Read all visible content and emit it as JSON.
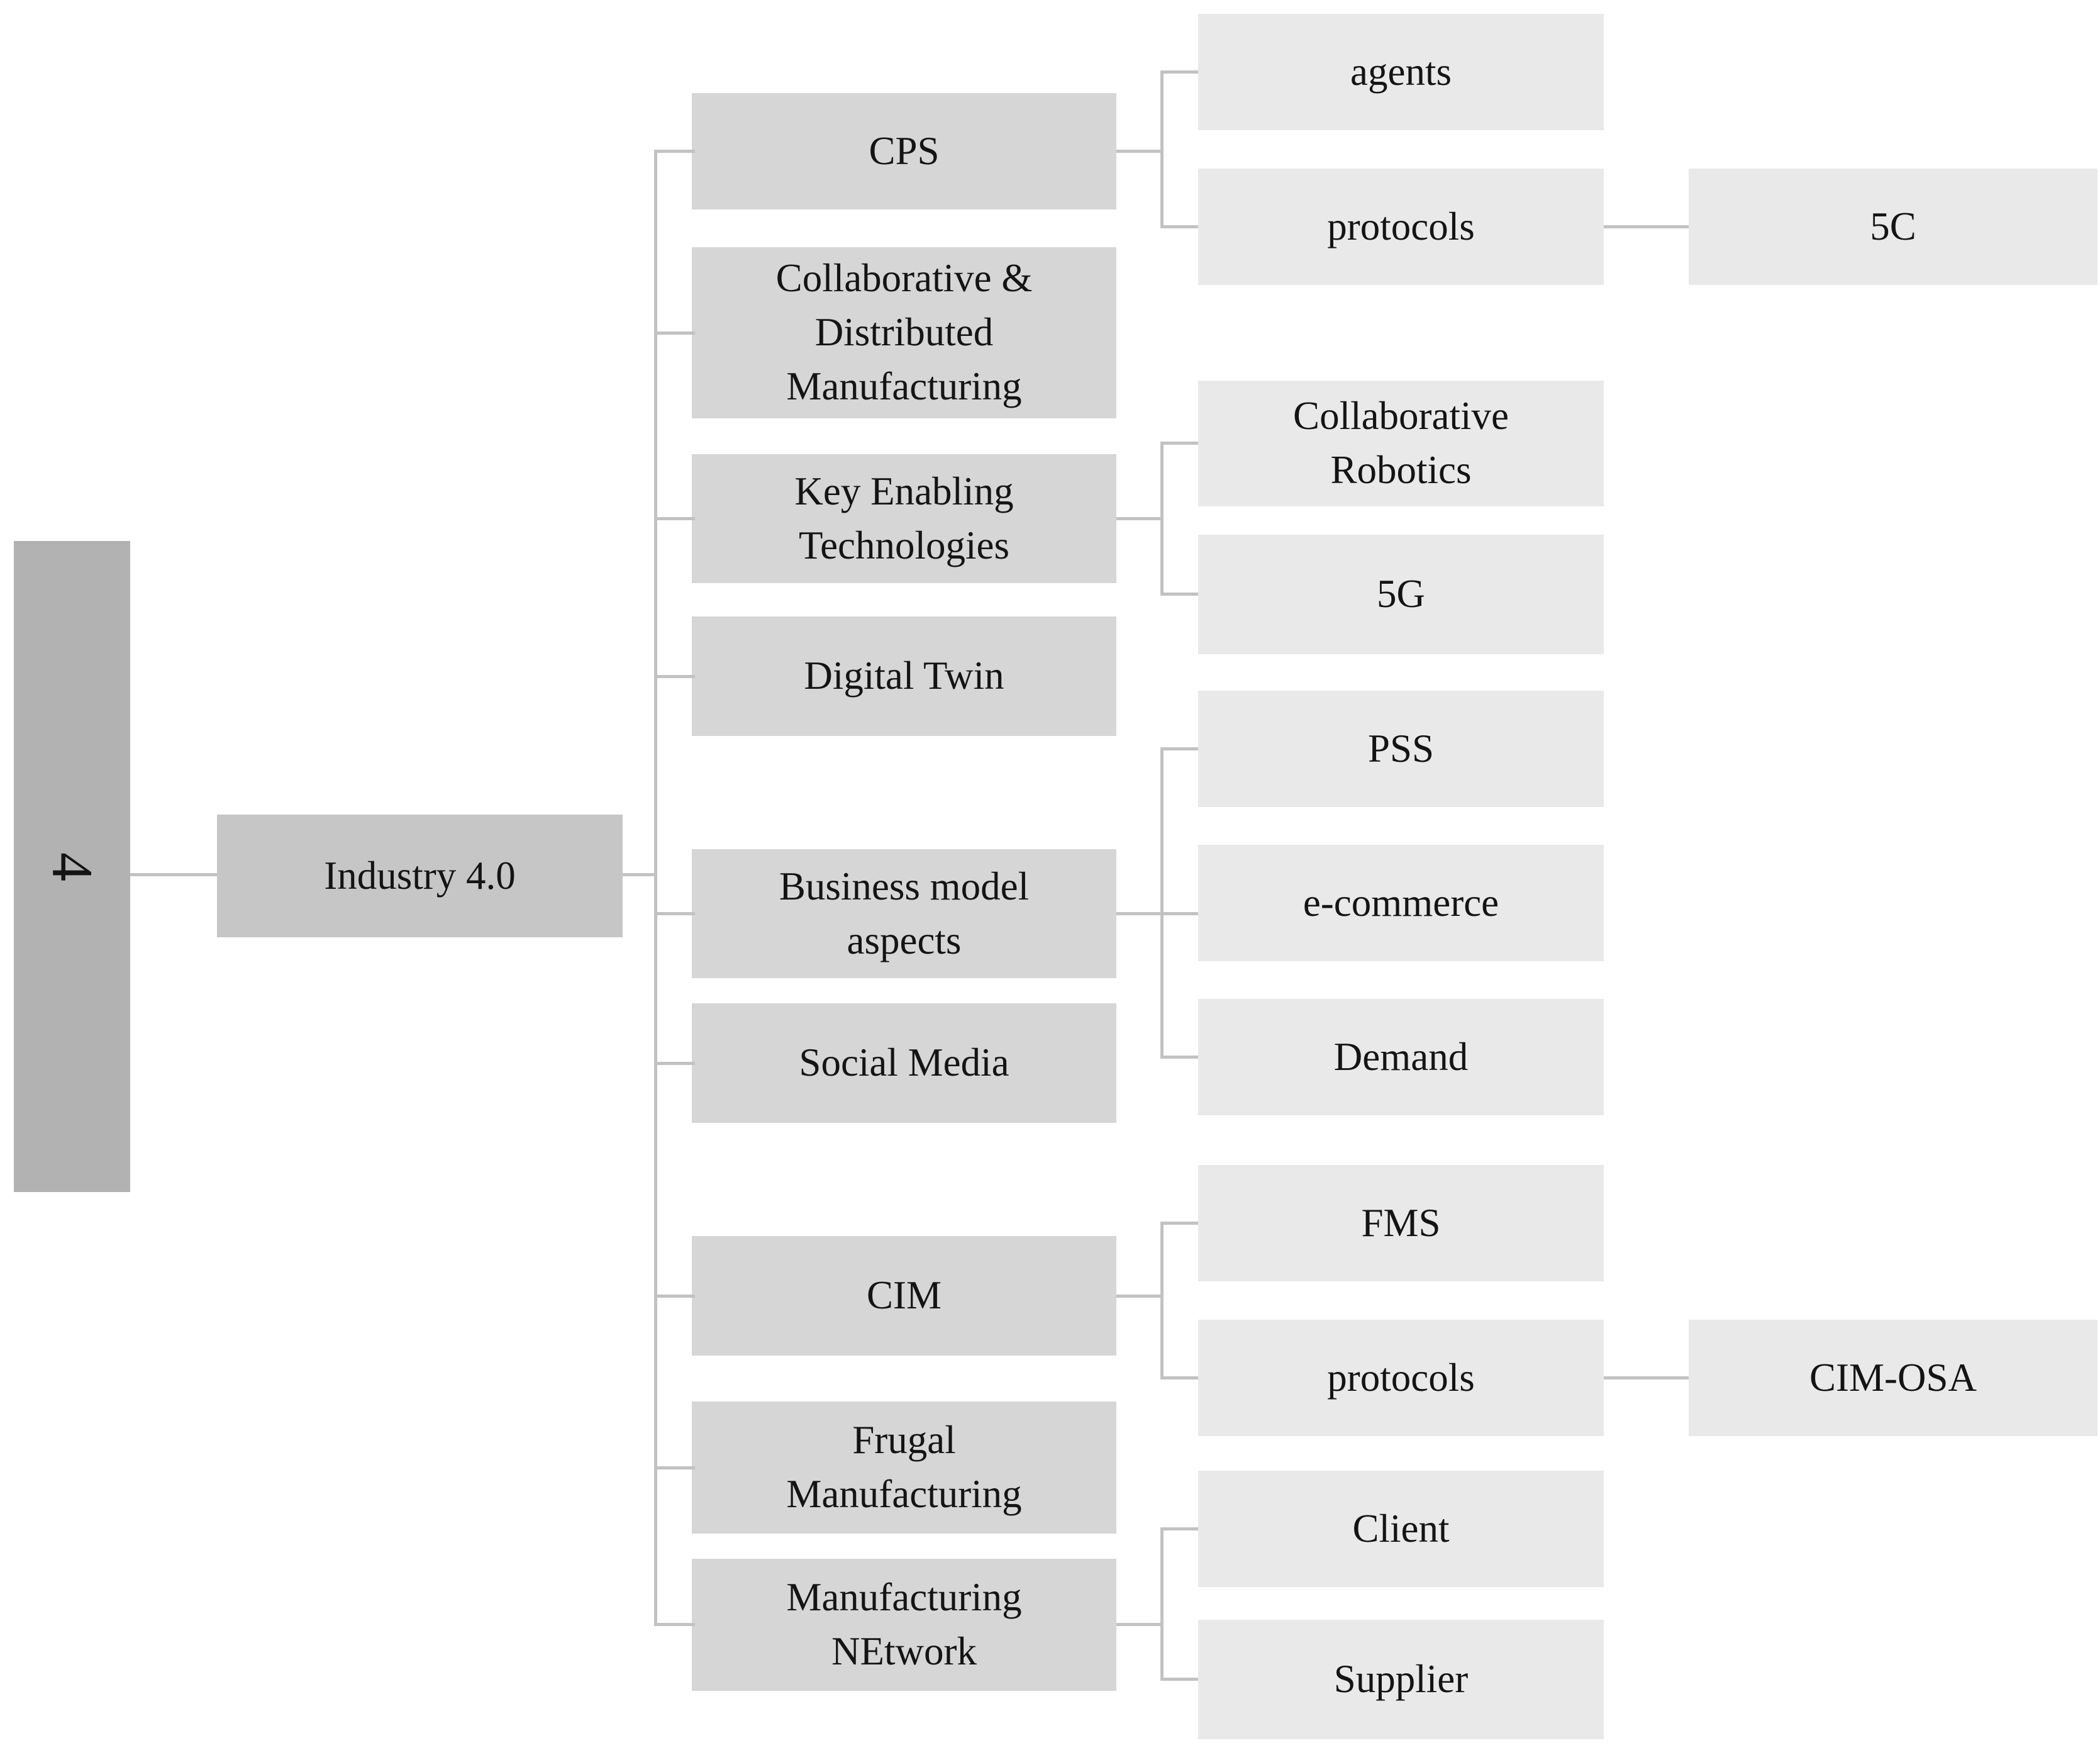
{
  "figure": {
    "type": "hierarchy-tree",
    "orientation": "left-to-right"
  },
  "colors": {
    "bg": "#ffffff",
    "root_fill": "#b2b2b2",
    "level1_fill": "#c6c6c6",
    "level2_fill": "#d6d6d6",
    "leaf_fill": "#e9e9e9",
    "line": "#c2c2c2",
    "text": "#141414"
  },
  "nodes": {
    "root": {
      "label": "4"
    },
    "industry": {
      "label": "Industry 4.0"
    },
    "cps": {
      "label": "CPS"
    },
    "cdm": {
      "label": "Collaborative &\nDistributed\nManufacturing"
    },
    "ket": {
      "label": "Key Enabling\nTechnologies"
    },
    "dt": {
      "label": "Digital Twin"
    },
    "bma": {
      "label": "Business model\naspects"
    },
    "sm": {
      "label": "Social Media"
    },
    "cim": {
      "label": "CIM"
    },
    "fm": {
      "label": "Frugal\nManufacturing"
    },
    "mn": {
      "label": "Manufacturing\nNEtwork"
    },
    "agents": {
      "label": "agents"
    },
    "protocols_cps": {
      "label": "protocols"
    },
    "cr": {
      "label": "Collaborative\nRobotics"
    },
    "g5": {
      "label": "5G"
    },
    "pss": {
      "label": "PSS"
    },
    "ecommerce": {
      "label": "e-commerce"
    },
    "demand": {
      "label": "Demand"
    },
    "fms": {
      "label": "FMS"
    },
    "protocols_cim": {
      "label": "protocols"
    },
    "client": {
      "label": "Client"
    },
    "supplier": {
      "label": "Supplier"
    },
    "c5": {
      "label": "5C"
    },
    "cimosa": {
      "label": "CIM-OSA"
    }
  },
  "hierarchy": {
    "label": "4",
    "children": [
      {
        "label": "Industry 4.0",
        "children": [
          {
            "label": "CPS",
            "children": [
              {
                "label": "agents"
              },
              {
                "label": "protocols",
                "children": [
                  {
                    "label": "5C"
                  }
                ]
              }
            ]
          },
          {
            "label": "Collaborative & Distributed Manufacturing"
          },
          {
            "label": "Key Enabling Technologies",
            "children": [
              {
                "label": "Collaborative Robotics"
              },
              {
                "label": "5G"
              }
            ]
          },
          {
            "label": "Digital Twin"
          },
          {
            "label": "Business model aspects",
            "children": [
              {
                "label": "PSS"
              },
              {
                "label": "e-commerce"
              },
              {
                "label": "Demand"
              }
            ]
          },
          {
            "label": "Social Media"
          },
          {
            "label": "CIM",
            "children": [
              {
                "label": "FMS"
              },
              {
                "label": "protocols",
                "children": [
                  {
                    "label": "CIM-OSA"
                  }
                ]
              }
            ]
          },
          {
            "label": "Frugal Manufacturing"
          },
          {
            "label": "Manufacturing NEtwork",
            "children": [
              {
                "label": "Client"
              },
              {
                "label": "Supplier"
              }
            ]
          }
        ]
      }
    ]
  }
}
